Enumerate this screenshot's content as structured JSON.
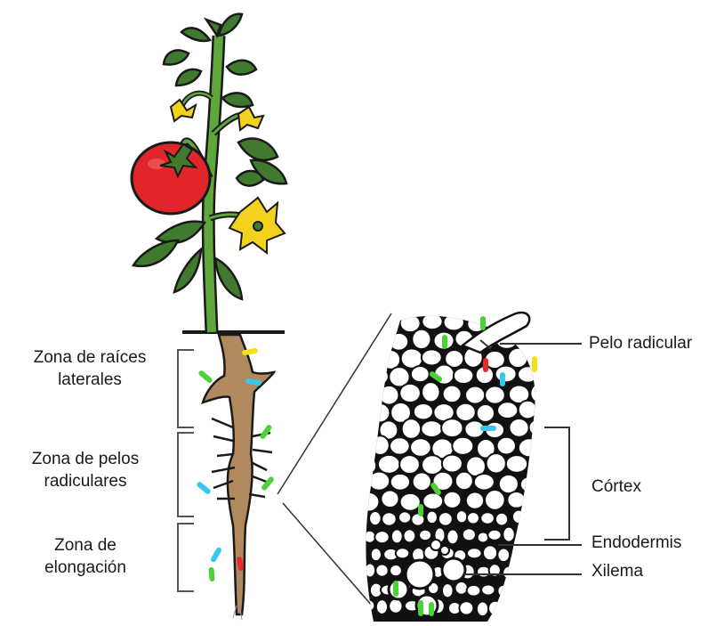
{
  "zones": [
    {
      "line1": "Zona de raíces",
      "line2": "laterales"
    },
    {
      "line1": "Zona de pelos",
      "line2": "radiculares"
    },
    {
      "line1": "Zona de",
      "line2": "elongación"
    }
  ],
  "parts": {
    "root_hair": "Pelo radicular",
    "cortex": "Córtex",
    "endodermis": "Endodermis",
    "xylem": "Xilema"
  },
  "colors": {
    "stem": "#5fa63c",
    "leaf": "#3f7a2e",
    "tomato": "#e0262a",
    "flower": "#f2d21c",
    "root": "#b08a5e",
    "marker_green": "#4cd137",
    "marker_cyan": "#38c8ef",
    "marker_yellow": "#f3e01a",
    "marker_red": "#e52b2b"
  }
}
